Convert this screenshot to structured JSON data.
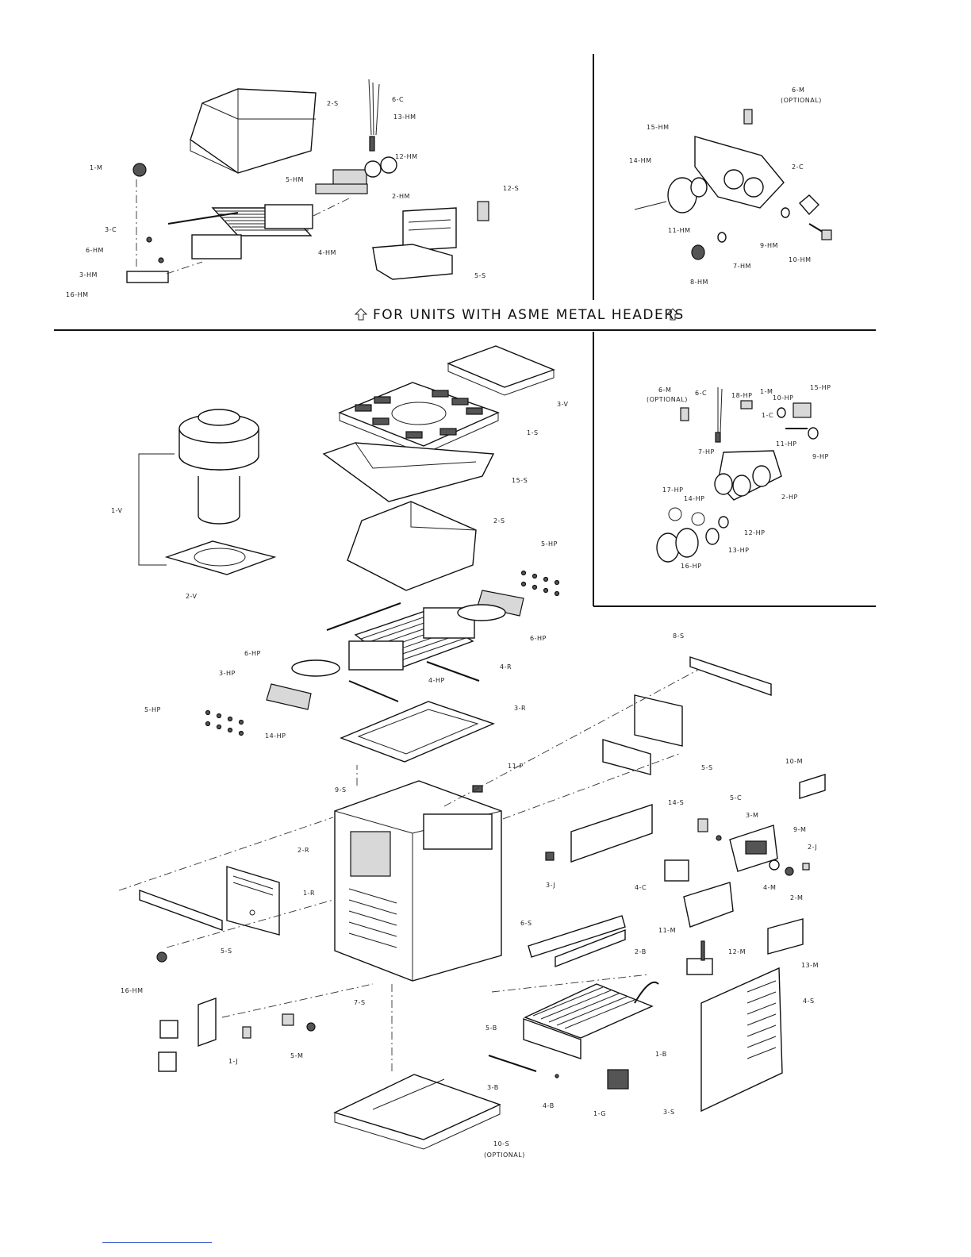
{
  "banner": {
    "text": "FOR UNITS WITH ASME METAL HEADERS"
  },
  "labels": {
    "top_left": {
      "p2S": "2-S",
      "p6C": "6-C",
      "p13HM": "13-HM",
      "p12HM": "12-HM",
      "p1M": "1-M",
      "p5HM": "5-HM",
      "p2HM": "2-HM",
      "p12S": "12-S",
      "p3C": "3-C",
      "p6HM": "6-HM",
      "p4HM": "4-HM",
      "p3HM": "3-HM",
      "p16HM": "16-HM",
      "p5S": "5-S"
    },
    "top_right": {
      "p6M": "6-M",
      "optional": "(OPTIONAL)",
      "p15HM": "15-HM",
      "p14HM": "14-HM",
      "p2C": "2-C",
      "p11HM": "11-HM",
      "p9HM": "9-HM",
      "p10HM": "10-HM",
      "p7HM": "7-HM",
      "p8HM": "8-HM"
    },
    "mid_right": {
      "p6M": "6-M",
      "optional": "(OPTIONAL)",
      "p6C": "6-C",
      "p18HP": "18-HP",
      "p1M": "1-M",
      "p10HP": "10-HP",
      "p15HP": "15-HP",
      "p1C": "1-C",
      "p11HP": "11-HP",
      "p7HP": "7-HP",
      "p9HP": "9-HP",
      "p17HP": "17-HP",
      "p14HP": "14-HP",
      "p2HP": "2-HP",
      "p12HP": "12-HP",
      "p13HP": "13-HP",
      "p16HP": "16-HP"
    },
    "main": {
      "p3V": "3-V",
      "p1S": "1-S",
      "p15S": "15-S",
      "p1V": "1-V",
      "p2V": "2-V",
      "p2S": "2-S",
      "p5HP_a": "5-HP",
      "p6HP_a": "6-HP",
      "p8S": "8-S",
      "p6HP_b": "6-HP",
      "p3HP": "3-HP",
      "p4HP": "4-HP",
      "p4R": "4-R",
      "p5HP_b": "5-HP",
      "p14HP": "14-HP",
      "p3R": "3-R",
      "p5S_a": "5-S",
      "p11P": "11-P",
      "p10M": "10-M",
      "p9S": "9-S",
      "p14S": "14-S",
      "p5C": "5-C",
      "p3M": "3-M",
      "p9M": "9-M",
      "p2R": "2-R",
      "p2J": "2-J",
      "p3J": "3-J",
      "p1R": "1-R",
      "p4C": "4-C",
      "p4M": "4-M",
      "p2M": "2-M",
      "p6S": "6-S",
      "p11M": "11-M",
      "p2B": "2-B",
      "p5S_b": "5-S",
      "p12M": "12-M",
      "p13M": "13-M",
      "p16HM": "16-HM",
      "p7S": "7-S",
      "p4S": "4-S",
      "p5B": "5-B",
      "p1J": "1-J",
      "p5M": "5-M",
      "p1B": "1-B",
      "p3B": "3-B",
      "p4B": "4-B",
      "p1G": "1-G",
      "p3S": "3-S",
      "p10S": "10-S",
      "optional": "(OPTIONAL)"
    }
  }
}
